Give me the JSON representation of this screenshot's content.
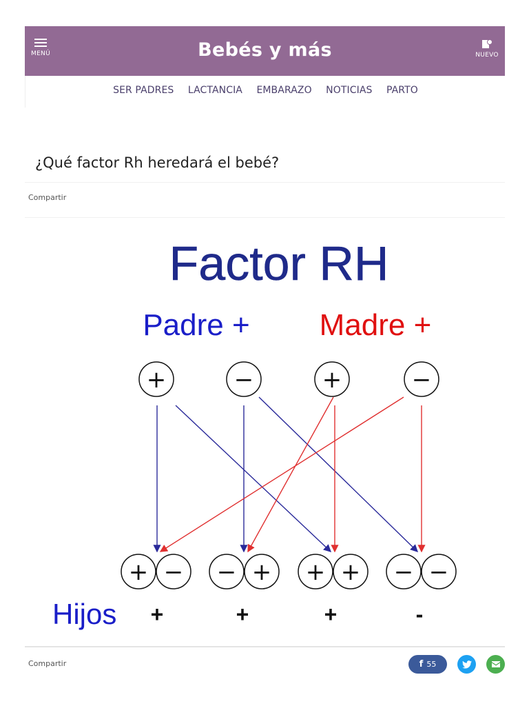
{
  "header": {
    "menu_label": "MENÚ",
    "logo": "Bebés y más",
    "new_label": "NUEVO",
    "bg_color": "#926a94"
  },
  "nav": {
    "items": [
      "SER PADRES",
      "LACTANCIA",
      "EMBARAZO",
      "NOTICIAS",
      "PARTO"
    ]
  },
  "article": {
    "title": "¿Qué factor Rh heredará el bebé?"
  },
  "share": {
    "top_label": "Compartir",
    "bottom_label": "Compartir",
    "facebook_count": "55",
    "icons": [
      "facebook-icon",
      "twitter-icon",
      "email-icon"
    ]
  },
  "figure": {
    "title": "Factor RH",
    "father_label": "Padre +",
    "mother_label": "Madre +",
    "parent_alleles": [
      "+",
      "−",
      "+",
      "−"
    ],
    "children_pairs": [
      [
        "+",
        "−"
      ],
      [
        "−",
        "+"
      ],
      [
        "+",
        "+"
      ],
      [
        "−",
        "−"
      ]
    ],
    "children_label": "Hijos",
    "children_results": [
      "+",
      "+",
      "+",
      "-"
    ],
    "colors": {
      "title": "#1f2a8a",
      "father": "#1a1ec8",
      "mother": "#e01010",
      "father_arrow": "#2a2a9a",
      "mother_arrow": "#e03030"
    }
  }
}
